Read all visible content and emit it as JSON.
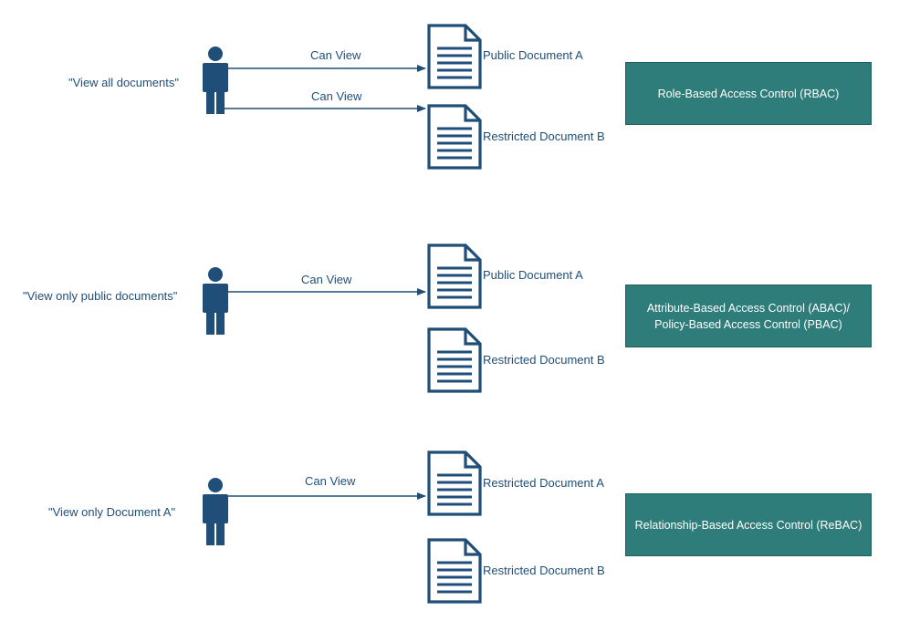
{
  "colors": {
    "primary": "#1f4e79",
    "box": "#2e7d7a"
  },
  "icons": {
    "user": "person-icon",
    "document": "document-icon"
  },
  "scenarios": [
    {
      "request": "\"View all documents\"",
      "edges": [
        "Can View",
        "Can View"
      ],
      "documents": [
        "Public Document A",
        "Restricted Document B"
      ],
      "model": [
        "Role-Based Access Control (RBAC)"
      ]
    },
    {
      "request": "\"View only public documents\"",
      "edges": [
        "Can View"
      ],
      "documents": [
        "Public Document A",
        "Restricted Document B"
      ],
      "model": [
        "Attribute-Based Access Control (ABAC)/",
        "Policy-Based Access Control (PBAC)"
      ]
    },
    {
      "request": "\"View only Document A\"",
      "edges": [
        "Can View"
      ],
      "documents": [
        "Restricted Document A",
        "Restricted Document B"
      ],
      "model": [
        "Relationship-Based Access Control (ReBAC)"
      ]
    }
  ]
}
